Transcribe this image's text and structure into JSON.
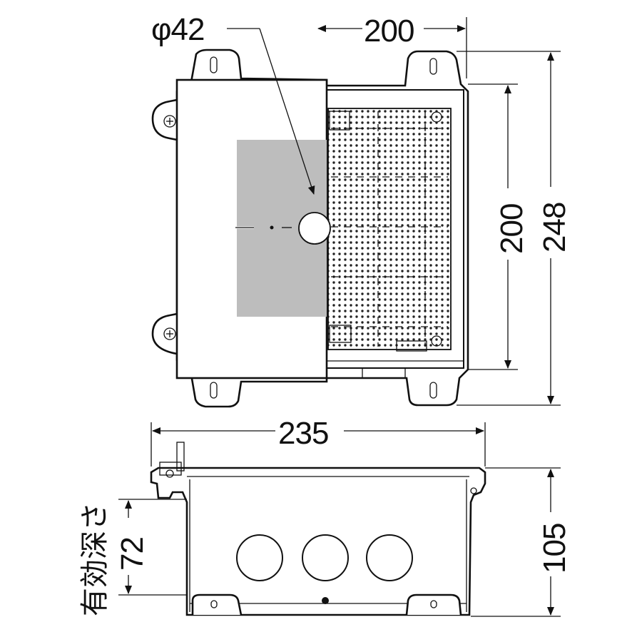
{
  "diagram": {
    "top_view": {
      "hole_diameter_label": "φ42",
      "width_label": "200",
      "inner_height_label": "200",
      "outer_height_label": "248"
    },
    "side_view": {
      "width_label": "235",
      "height_label": "105",
      "depth_caption": "有効深さ",
      "depth_label": "72"
    }
  },
  "colors": {
    "line": "#111111",
    "shaded_region": "#bdbdbd",
    "background": "#ffffff"
  }
}
